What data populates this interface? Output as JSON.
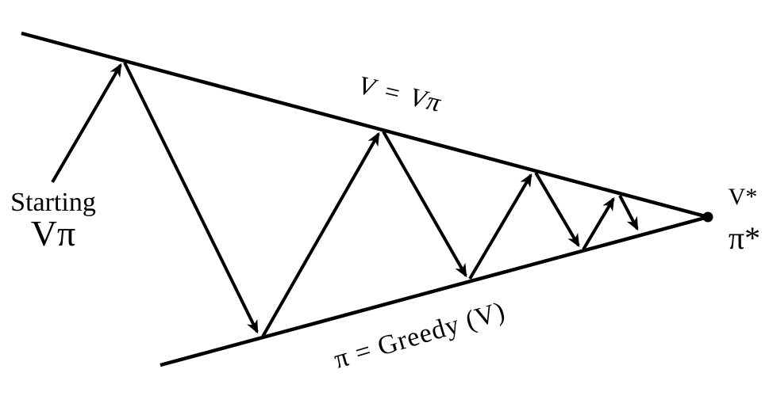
{
  "diagram": {
    "description": "Generalized policy iteration convergence diagram: alternating value evaluation and greedy policy improvement arrows bouncing between two converging lines until reaching the optimal point",
    "colors": {
      "ink": "#000000",
      "background": "#ffffff"
    },
    "labels": {
      "value_line": "V = Vπ",
      "policy_line": "π = Greedy (V)",
      "starting_line1": "Starting",
      "starting_line2": "Vπ",
      "optimal_value": "V*",
      "optimal_policy": "π*"
    }
  }
}
